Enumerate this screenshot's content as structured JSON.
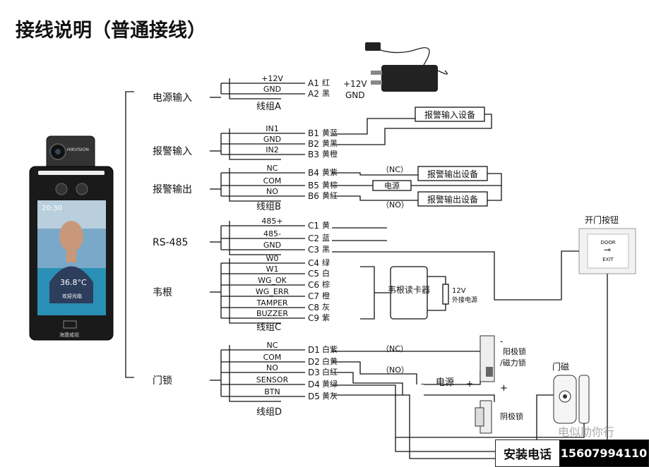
{
  "title": "接线说明（普通接线）",
  "device": {
    "brand": "HIKVISION",
    "time": "20:30",
    "temperature": "36.8°C",
    "status": "欢迎光临",
    "bottom_brand": "海康威视"
  },
  "groups": [
    {
      "label": "电源输入",
      "group_name": "线组A",
      "wires": [
        {
          "pin": "+12V",
          "code": "A1",
          "color": "红"
        },
        {
          "pin": "GND",
          "code": "A2",
          "color": "黑"
        }
      ]
    },
    {
      "label": "报警输入",
      "group_name": "",
      "wires": [
        {
          "pin": "IN1",
          "code": "B1",
          "color": "黄蓝"
        },
        {
          "pin": "GND",
          "code": "B2",
          "color": "黄黑"
        },
        {
          "pin": "IN2",
          "code": "B3",
          "color": "黄橙"
        }
      ]
    },
    {
      "label": "报警输出",
      "group_name": "线组B",
      "wires": [
        {
          "pin": "NC",
          "code": "B4",
          "color": "黄紫"
        },
        {
          "pin": "COM",
          "code": "B5",
          "color": "黄棕"
        },
        {
          "pin": "NO",
          "code": "B6",
          "color": "黄红"
        }
      ]
    },
    {
      "label": "RS-485",
      "group_name": "",
      "wires": [
        {
          "pin": "485+",
          "code": "C1",
          "color": "黄"
        },
        {
          "pin": "485-",
          "code": "C2",
          "color": "蓝"
        },
        {
          "pin": "GND",
          "code": "C3",
          "color": "黑"
        }
      ]
    },
    {
      "label": "韦根",
      "group_name": "线组C",
      "wires": [
        {
          "pin": "W0",
          "code": "C4",
          "color": "绿"
        },
        {
          "pin": "W1",
          "code": "C5",
          "color": "白"
        },
        {
          "pin": "WG_OK",
          "code": "C6",
          "color": "棕"
        },
        {
          "pin": "WG_ERR",
          "code": "C7",
          "color": "橙"
        },
        {
          "pin": "TAMPER",
          "code": "C8",
          "color": "灰"
        },
        {
          "pin": "BUZZER",
          "code": "C9",
          "color": "紫"
        }
      ]
    },
    {
      "label": "门锁",
      "group_name": "线组D",
      "wires": [
        {
          "pin": "NC",
          "code": "D1",
          "color": "白紫"
        },
        {
          "pin": "COM",
          "code": "D2",
          "color": "白黄"
        },
        {
          "pin": "NO",
          "code": "D3",
          "color": "白红"
        },
        {
          "pin": "SENSOR",
          "code": "D4",
          "color": "黄绿"
        },
        {
          "pin": "BTN",
          "code": "D5",
          "color": "黄灰"
        }
      ]
    }
  ],
  "labels": {
    "adapter_plus": "+12V",
    "adapter_gnd": "GND",
    "alarm_in_device": "报警输入设备",
    "alarm_out_device": "报警输出设备",
    "nc": "（NC）",
    "no": "（NO）",
    "power": "电源",
    "reader": "韦根读卡器",
    "ext_12v": "12V",
    "ext_power": "外接电源",
    "exit_button": "开门按钮",
    "door": "DOOR",
    "exit": "EXIT",
    "cathode_lock": "阳极锁",
    "mag_lock": "/磁力锁",
    "anode_lock": "阴极锁",
    "door_sensor": "门磁",
    "minus": "-",
    "plus": "+",
    "watermark": "电似助你行"
  },
  "hotline": {
    "label": "安装电话",
    "number": "15607994110"
  }
}
